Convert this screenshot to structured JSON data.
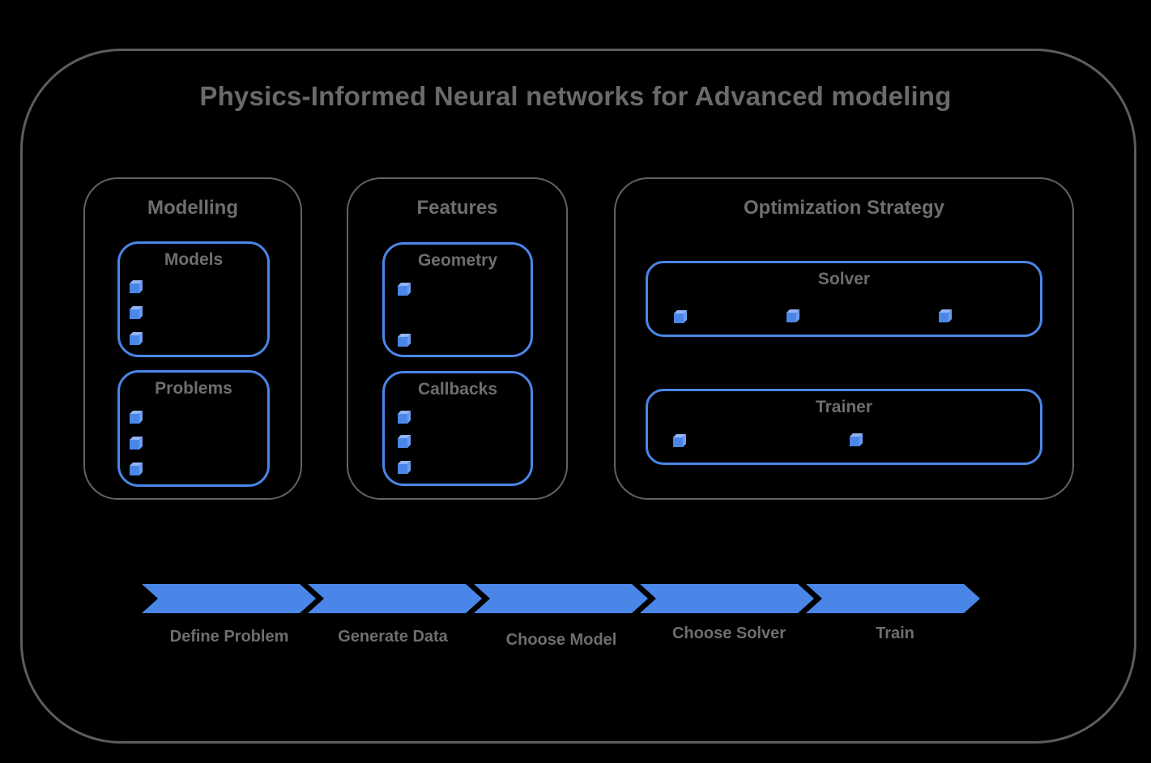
{
  "title": "Physics-Informed Neural networks for Advanced modeling",
  "colors": {
    "background": "#000000",
    "frame_border": "#5d5d5d",
    "section_border": "#5f6368",
    "accent_blue": "#4a86e8",
    "cube_top_face": "#93b5f4",
    "cube_side_face": "#6d9bee",
    "text_gray": "#6e6e6e"
  },
  "sections": [
    {
      "label": "Modelling",
      "boxes": [
        {
          "label": "Models",
          "bullet_count": 3
        },
        {
          "label": "Problems",
          "bullet_count": 3
        }
      ]
    },
    {
      "label": "Features",
      "boxes": [
        {
          "label": "Geometry",
          "bullet_count": 2
        },
        {
          "label": "Callbacks",
          "bullet_count": 3
        }
      ]
    },
    {
      "label": "Optimization Strategy",
      "boxes": [
        {
          "label": "Solver",
          "bullet_count": 3
        },
        {
          "label": "Trainer",
          "bullet_count": 2
        }
      ]
    }
  ],
  "pipeline": {
    "steps": [
      {
        "label": "Define Problem"
      },
      {
        "label": "Generate Data"
      },
      {
        "label": "Choose Model"
      },
      {
        "label": "Choose Solver"
      },
      {
        "label": "Train"
      }
    ]
  }
}
